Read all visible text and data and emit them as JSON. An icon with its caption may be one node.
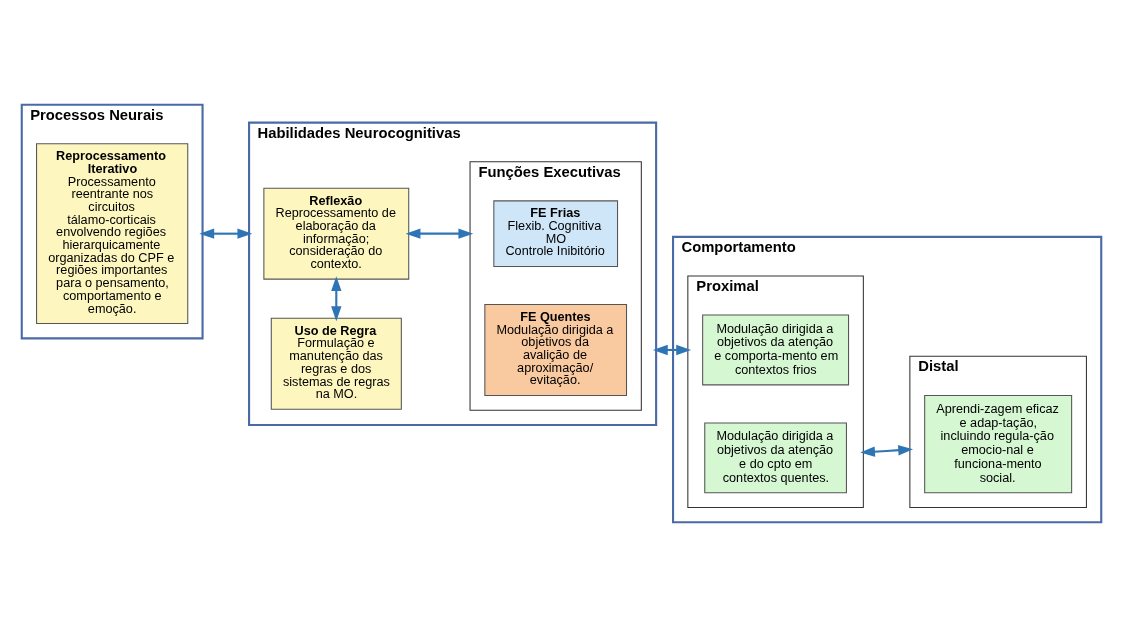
{
  "diagram": {
    "nodes": [
      {
        "text": [
          "Processos Neurais"
        ]
      },
      {
        "text": [
          "Reprocessamento Iterativo",
          "Processamento reentrante nos circuitos tálamo-corticais envolvendo regiões hierarquicamente organizadas do CPF e regiões importantes para o pensamento, comportamento e emoção."
        ],
        "in": 0
      },
      {
        "text": [
          "Habilidades Neurocognitivas"
        ]
      },
      {
        "text": [
          "Reflexão",
          "Reprocessamento de elaboração da informação; consideração do contexto."
        ],
        "in": 2
      },
      {
        "text": [
          "Uso de Regra",
          "Formulação e manutenção das regras e dos sistemas de regras na MO."
        ],
        "in": 2
      },
      {
        "text": [
          "Funções Executivas"
        ],
        "in": 2
      },
      {
        "text": [
          "FE Frias",
          "Flexib. Cognitiva",
          "MO",
          "Controle Inibitório"
        ],
        "in": 5
      },
      {
        "text": [
          "FE Quentes",
          "Modulação dirigida a objetivos da avalição de aproximação/ evitação."
        ],
        "in": 5
      },
      {
        "text": [
          "Comportamento"
        ]
      },
      {
        "text": [
          "Proximal"
        ],
        "in": 8
      },
      {
        "text": [
          "Modulação dirigida a objetivos da atenção e comporta-mento em contextos frios"
        ],
        "in": 9
      },
      {
        "text": [
          "Modulação dirigida a objetivos da atenção e do cpto em contextos quentes."
        ],
        "in": 9
      },
      {
        "text": [
          "Distal"
        ],
        "in": 8
      },
      {
        "text": [
          "Aprendi-zagem eficaz e adap-tação, incluindo regula-ção emocio-nal e funciona-mento social."
        ],
        "in": 12
      }
    ],
    "edges": [
      {
        "from": 0,
        "to": 2,
        "arrow": "both"
      },
      {
        "from": 3,
        "to": 4,
        "arrow": "both"
      },
      {
        "from": 3,
        "to": 5,
        "arrow": "both"
      },
      {
        "from": 2,
        "to": 9,
        "arrow": "both"
      },
      {
        "from": 9,
        "to": 12,
        "arrow": "both"
      }
    ]
  }
}
